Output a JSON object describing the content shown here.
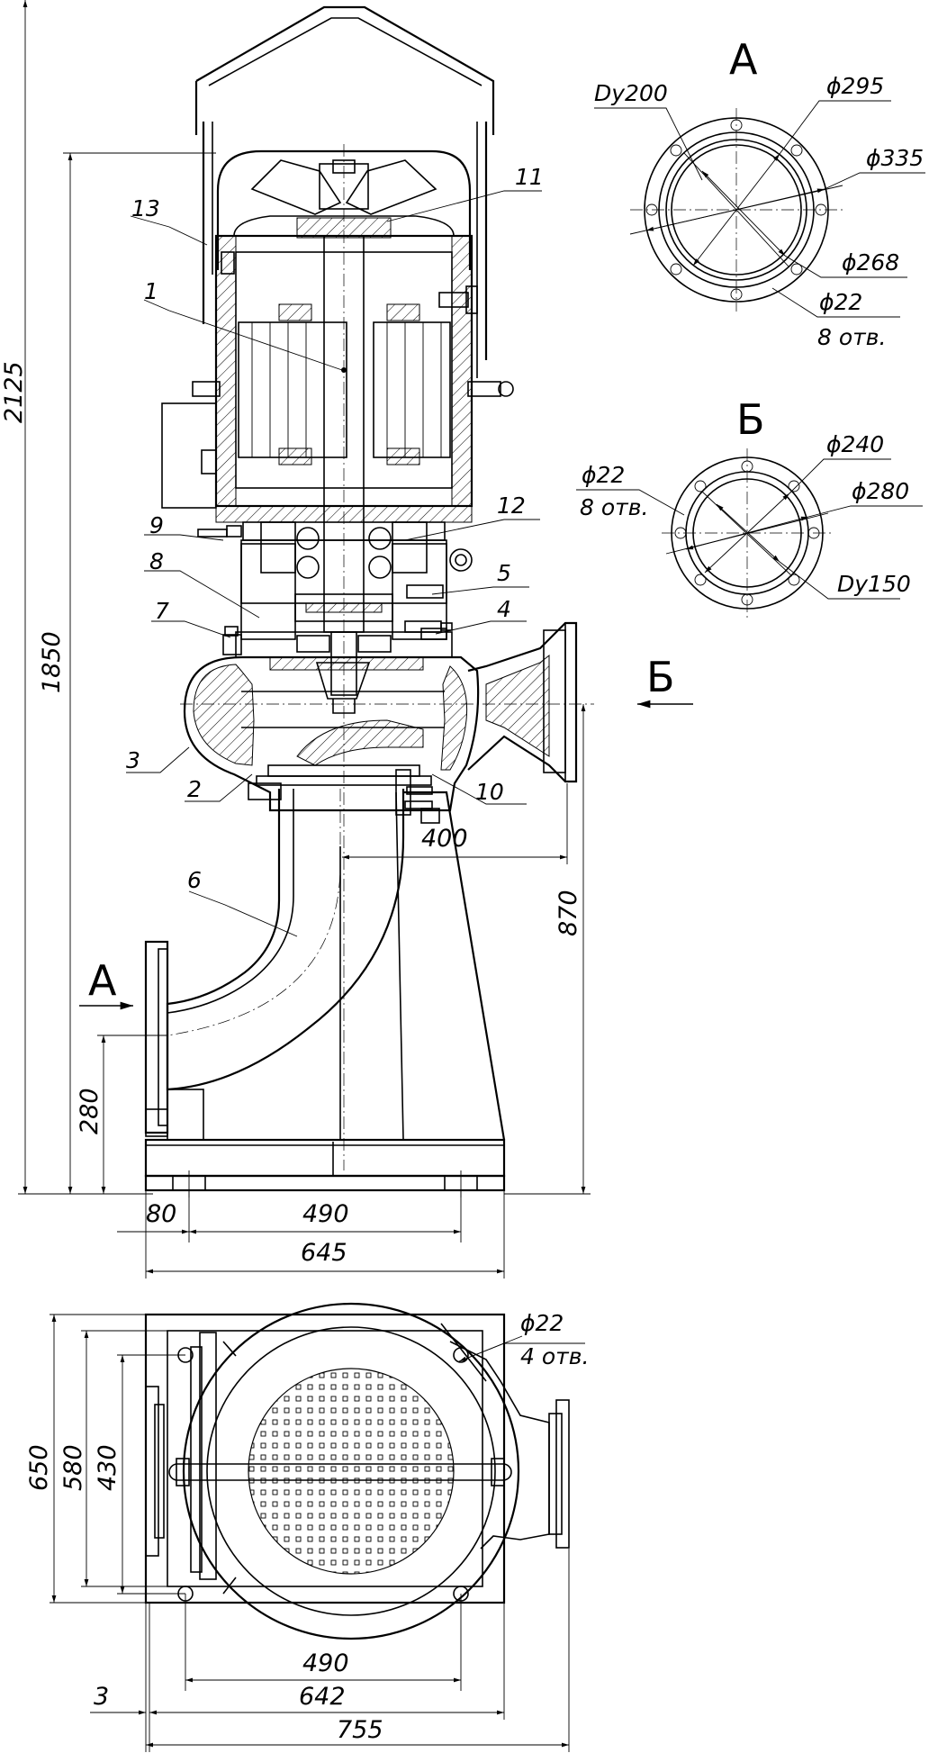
{
  "views": {
    "section_a": {
      "title": "А"
    },
    "section_b": {
      "title": "Б"
    }
  },
  "flange_a": {
    "dy": "Dy200",
    "d_outer": "ϕ335",
    "d_bolt": "ϕ295",
    "d_inner": "ϕ268",
    "hole": "ϕ22",
    "holes_count": "8 отв."
  },
  "flange_b": {
    "dy": "Dy150",
    "d_outer": "ϕ280",
    "d_bolt": "ϕ240",
    "hole": "ϕ22",
    "holes_count": "8 отв."
  },
  "parts": [
    "1",
    "2",
    "3",
    "4",
    "5",
    "6",
    "7",
    "8",
    "9",
    "10",
    "11",
    "12",
    "13"
  ],
  "front_dims": {
    "total_height": "2125",
    "height_1850": "1850",
    "height_870": "870",
    "height_280": "280",
    "offset_400": "400",
    "w_80": "80",
    "w_490": "490",
    "w_645": "645"
  },
  "plan_dims": {
    "h_650": "650",
    "h_580": "580",
    "h_430": "430",
    "w_490": "490",
    "w_642": "642",
    "w_755": "755",
    "off_3": "3",
    "hole": "ϕ22",
    "holes_count": "4 отв."
  },
  "arrows": {
    "a": "А",
    "b": "Б"
  }
}
